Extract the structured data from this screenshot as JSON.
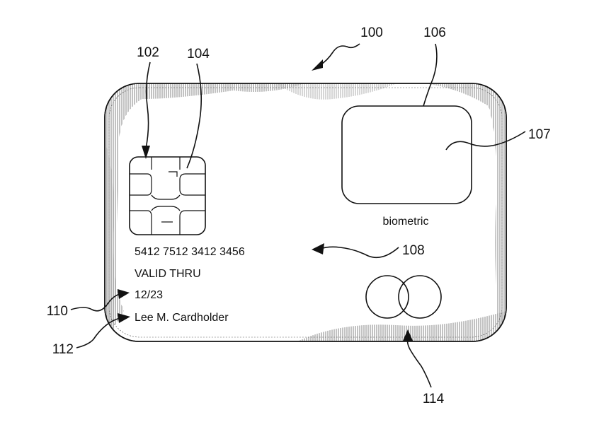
{
  "reference_labels": {
    "card": "100",
    "contact_area": "102",
    "chip": "104",
    "biometric_sensor": "106",
    "sensor_surface": "107",
    "card_number_ref": "108",
    "expiry_ref": "110",
    "name_ref": "112",
    "logo_ref": "114"
  },
  "card": {
    "number": "5412 7512 3412 3456",
    "valid_label": "VALID THRU",
    "expiry": "12/23",
    "holder_name": "Lee M. Cardholder",
    "biometric_caption": "biometric"
  }
}
